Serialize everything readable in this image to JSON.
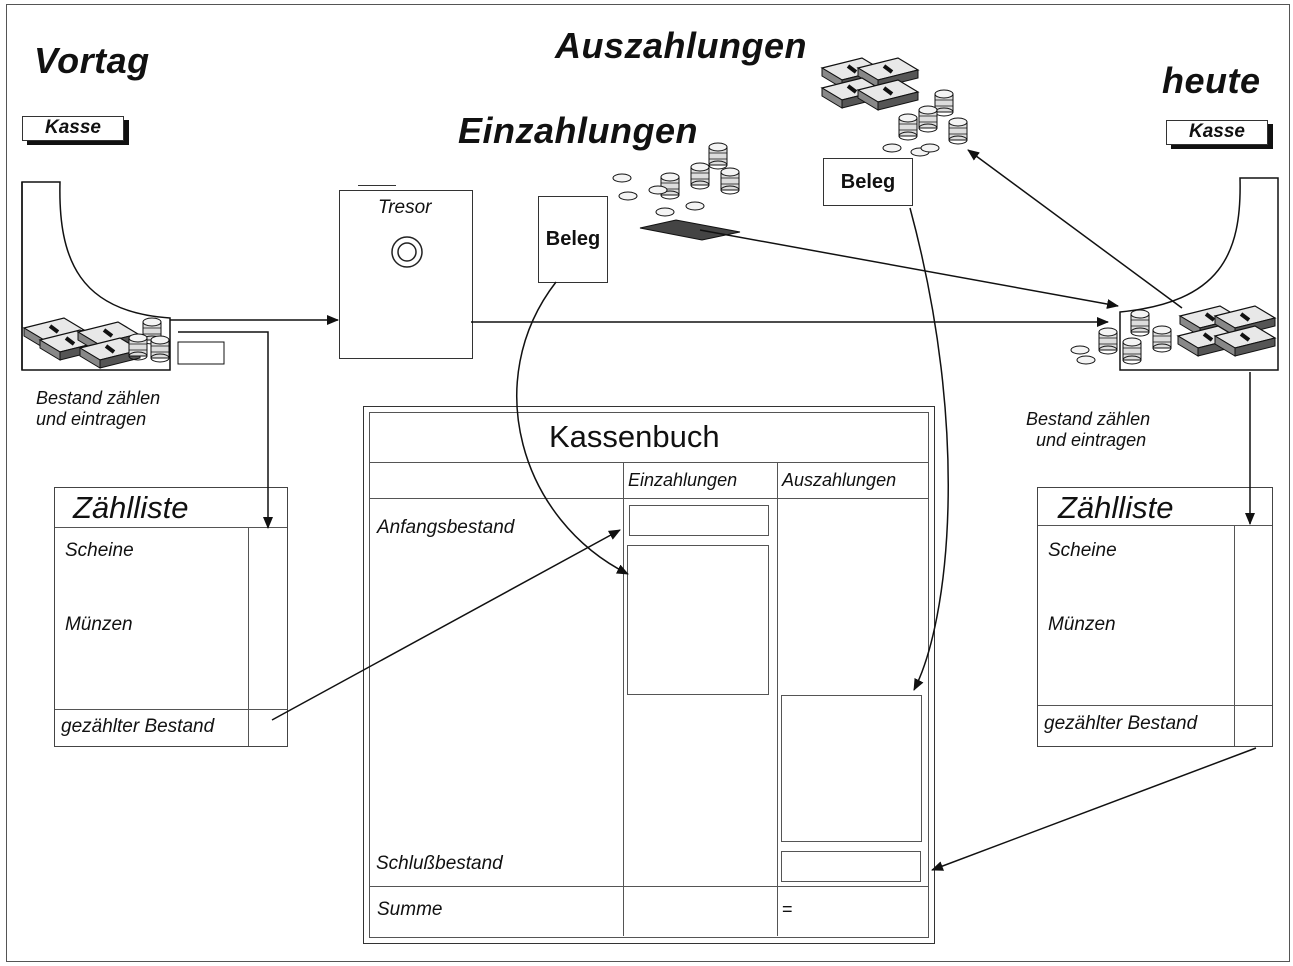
{
  "titles": {
    "vortag": "Vortag",
    "heute": "heute",
    "einzahlungen": "Einzahlungen",
    "auszahlungen": "Auszahlungen"
  },
  "labels": {
    "kasse_left": "Kasse",
    "kasse_right": "Kasse",
    "tresor": "Tresor",
    "beleg_in": "Beleg",
    "beleg_out": "Beleg"
  },
  "notes": {
    "left": "Bestand zählen\nund eintragen",
    "right": "Bestand zählen\n  und eintragen"
  },
  "zaehlliste_left": {
    "title": "Zählliste",
    "scheine": "Scheine",
    "muenzen": "Münzen",
    "total": "gezählter Bestand"
  },
  "zaehlliste_right": {
    "title": "Zählliste",
    "scheine": "Scheine",
    "muenzen": "Münzen",
    "total": "gezählter Bestand"
  },
  "kassenbuch": {
    "title": "Kassenbuch",
    "col_in": "Einzahlungen",
    "col_out": "Auszahlungen",
    "anfangsbestand": "Anfangsbestand",
    "schlussbestand": "Schlußbestand",
    "summe": "Summe",
    "equals": "="
  },
  "icons": [
    "cash-bundle-icon",
    "coin-stack-icon",
    "safe-dial-icon",
    "arrow-icon"
  ]
}
